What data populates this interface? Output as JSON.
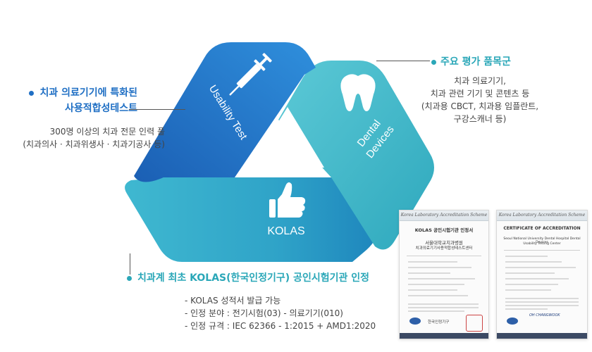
{
  "diagram": {
    "usability_label": "Usability Test",
    "dental_label": "Dental Devices",
    "kolas_label": "KOLAS"
  },
  "left_block": {
    "heading_line1": "치과 의료기기에 특화된",
    "heading_line2": "사용적합성테스트",
    "desc_line1": "300명 이상의 치과 전문 인력 풀",
    "desc_line2": "(치과의사 ·  치과위생사 ·  치과기공사 등)"
  },
  "right_block": {
    "heading": "주요 평가 품목군",
    "desc_line1": "치과 의료기기,",
    "desc_line2": "치과 관련 기기 및 콘텐츠 등",
    "desc_line3": "(치과용 CBCT, 치과용 임플란트,",
    "desc_line4": "구강스캐너 등)"
  },
  "bottom_block": {
    "heading": "치과계 최초 KOLAS(한국인정기구) 공인시험기관 인정",
    "item1": "- KOLAS 성적서 발급 가능",
    "item2": "- 인정 분야 : 전기시험(03) - 의료기기(010)",
    "item3": "- 인정 규격 : IEC 62366 - 1:2015 + AMD1:2020"
  },
  "certificates": {
    "korean": {
      "band": "Korea Laboratory Accreditation Scheme",
      "title": "KOLAS 공인시험기관 인정서",
      "org_line1": "서울대학교치과병원",
      "org_line2": "치과의료기기사용적합성테스트센터",
      "seal_text": "한국인정기구"
    },
    "english": {
      "band": "Korea Laboratory Accreditation Scheme",
      "title": "CERTIFICATE OF ACCREDITATION",
      "org_line1": "Seoul National University Dental Hospital Dental Devices",
      "org_line2": "Usability Testing Center",
      "sign": "OH CHANGWOOK"
    }
  },
  "colors": {
    "blue_dark": "#1b5fb4",
    "blue_mid": "#2a86d3",
    "teal": "#37b6c6",
    "teal_light": "#6fd3dc",
    "heading_blue": "#1f6fc4"
  },
  "icons": [
    "syringe-icon",
    "tooth-icon",
    "thumbs-up-icon"
  ]
}
